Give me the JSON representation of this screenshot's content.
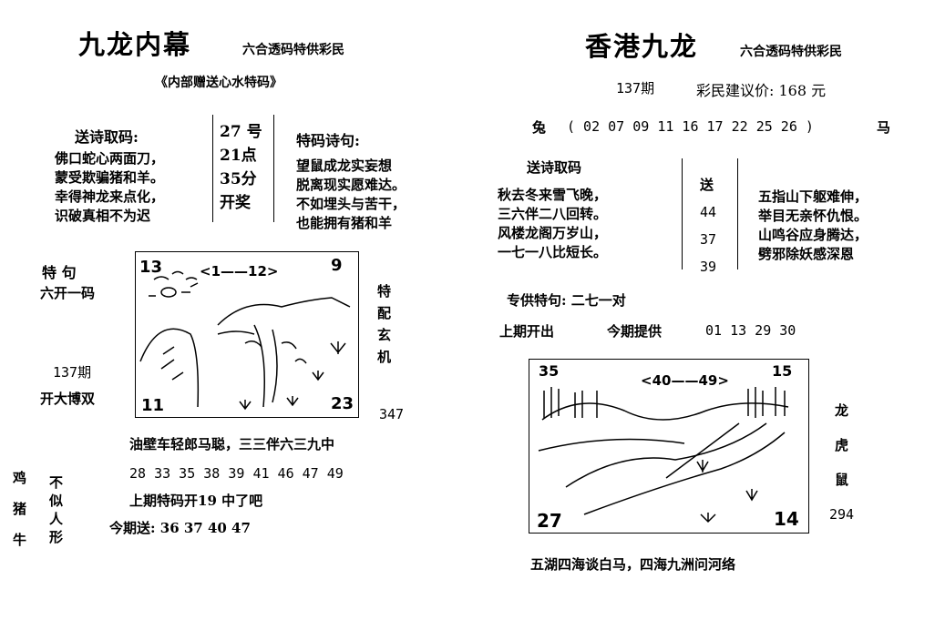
{
  "left": {
    "title": "九龙内幕",
    "subtitle": "六合透码特供彩民",
    "tagline": "《内部赠送心水特码》",
    "poem_label": "送诗取码:",
    "poem": [
      "佛口蛇心两面刀，",
      "蒙受欺骗猪和羊。",
      "幸得神龙来点化，",
      "识破真相不为迟"
    ],
    "draw_box": [
      "27 号",
      "21点",
      "35分",
      "开奖"
    ],
    "tema_label": "特码诗句:",
    "tema_poem": [
      "望鼠成龙实妄想",
      "脱离现实愿难达。",
      "不如埋头与苦干，",
      "也能拥有猪和羊"
    ],
    "teju_label": "特  句",
    "teju_value": "六开一码",
    "issue_label": "137期",
    "issue_value": "开大博双",
    "sketch": {
      "tl": "13",
      "range": "<1——12>",
      "tr": "9",
      "bl": "11",
      "br": "23"
    },
    "side_vertical": [
      "特",
      "配",
      "玄",
      "机"
    ],
    "side_number": "347",
    "riddle": "油壁车轻郎马聪，三三伴六三九中",
    "numbers": "28  33  35  38  39  41  46  47  49",
    "last_issue": "上期特码开19    中了吧",
    "today": "今期送: 36  37  40  47",
    "animals": [
      "鸡",
      "猪",
      "牛"
    ],
    "not_like": [
      "不",
      "似",
      "人",
      "形"
    ]
  },
  "right": {
    "title": "香港九龙",
    "subtitle": "六合透码特供彩民",
    "issue": "137期",
    "price": "彩民建议价: 168 元",
    "row_left": "兔",
    "row_numbers": "( 02  07  09  11  16  17  22  25  26      )",
    "row_right": "马",
    "poem_label": "送诗取码",
    "poem_left": [
      "秋去冬来雪飞晚，",
      "三六伴二八回转。",
      "风楼龙阁万岁山，",
      "一七一八比短长。"
    ],
    "send_box": [
      "送",
      "44",
      "37",
      "39"
    ],
    "poem_right": [
      "五指山下躯难伸，",
      "举目无亲怀仇恨。",
      "山鸣谷应身腾达，",
      "劈邪除妖感深恩"
    ],
    "special_label": "专供特句:  二七一对",
    "last_label": "上期开出",
    "today_label": "今期提供",
    "today_numbers": "01  13  29  30",
    "sketch": {
      "tl": "35",
      "range": "<40——49>",
      "tr": "15",
      "bl": "27",
      "br": "14"
    },
    "side_vertical": [
      "龙",
      "虎",
      "鼠"
    ],
    "side_number": "294",
    "footer": "五湖四海谈白马，四海九洲问河络"
  }
}
